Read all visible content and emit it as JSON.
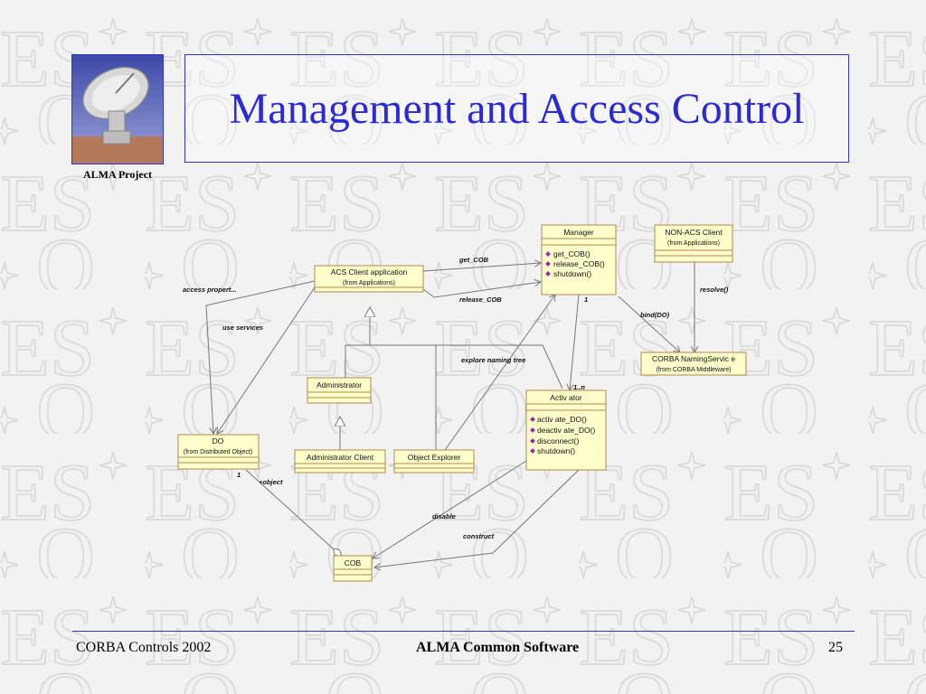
{
  "slide": {
    "title": "Management and Access Control",
    "logo_caption": "ALMA Project"
  },
  "footer": {
    "left": "CORBA Controls 2002",
    "center": "ALMA Common Software",
    "page_number": "25"
  },
  "diagram": {
    "classes": {
      "manager": {
        "name": "Manager",
        "operations": [
          "get_COB()",
          "release_COB()",
          "shutdown()"
        ]
      },
      "non_acs_client": {
        "name": "NON-ACS Client",
        "from": "(from Applications)"
      },
      "acs_client_app": {
        "name": "ACS Client application",
        "from": "(from Applications)"
      },
      "corba_naming": {
        "name": "CORBA NamingServic e",
        "from": "(from CORBA Middleware)"
      },
      "administrator": {
        "name": "Administrator"
      },
      "activator": {
        "name": "Activ ator",
        "operations": [
          "activ ate_DO()",
          "deactiv ate_DO()",
          "disconnect()",
          "shutdown()"
        ]
      },
      "do": {
        "name": "DO",
        "from": "(from Distributed Object)"
      },
      "admin_client": {
        "name": "Administrator Client"
      },
      "object_explorer": {
        "name": "Object Explorer"
      },
      "cob": {
        "name": "COB"
      }
    },
    "labels": {
      "get_cob": "get_COB",
      "release_cob": "release_COB",
      "access_propert": "access propert...",
      "use_services": "use services",
      "resolve": "resolve()",
      "bind_do": "bind(DO)",
      "explore_naming_tree": "explore naming tree",
      "mult_manager": "1",
      "mult_activator": "1..n",
      "mult_do": "1",
      "object_role": "+object",
      "disable": "disable",
      "construct": "construct"
    }
  }
}
